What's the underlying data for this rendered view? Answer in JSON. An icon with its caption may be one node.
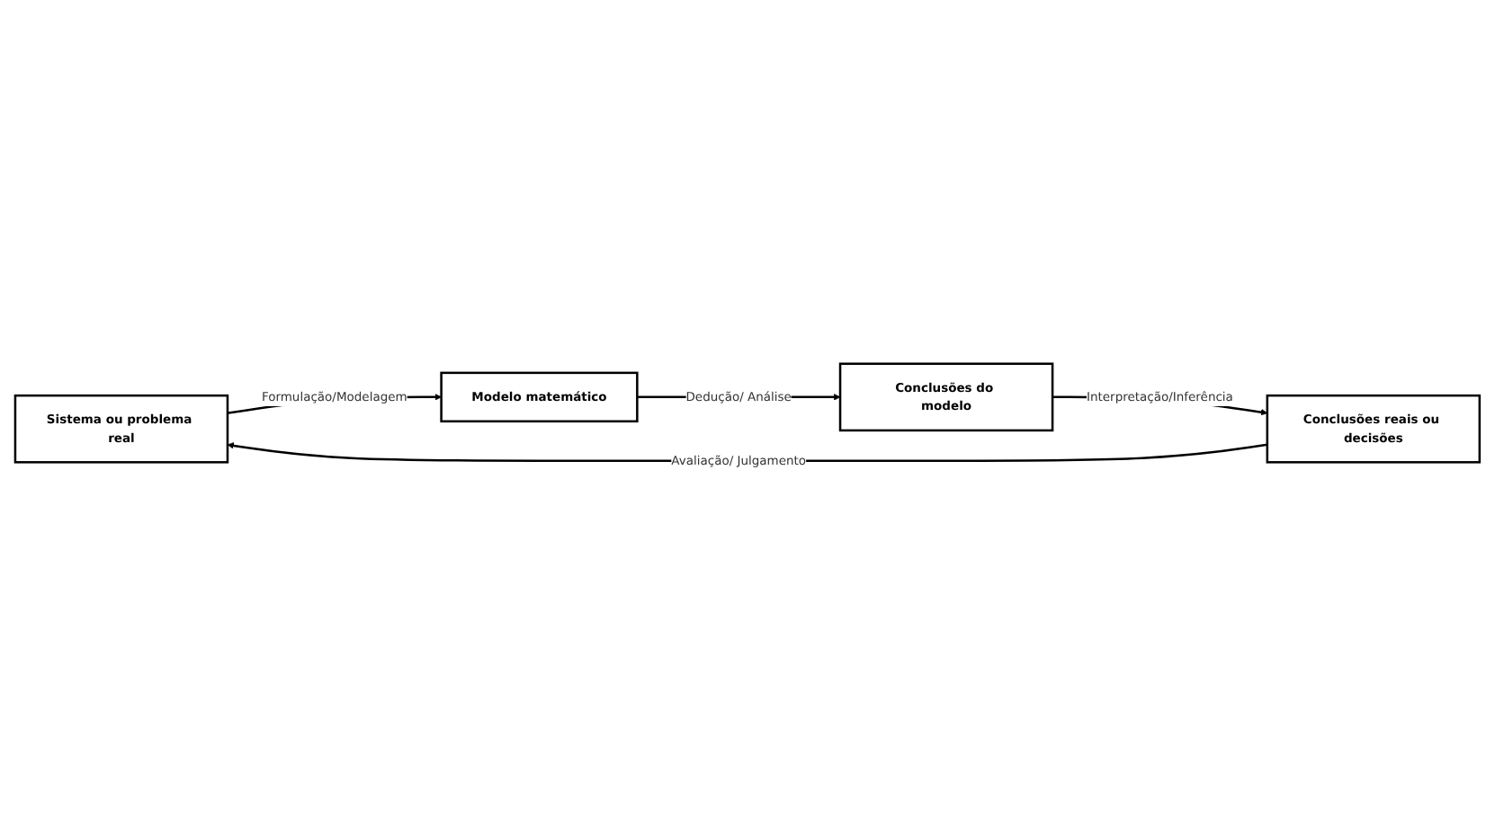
{
  "diagram": {
    "nodes": [
      {
        "text": [
          "Sistema ou problema real"
        ]
      },
      {
        "text": [
          "Modelo matemático"
        ]
      },
      {
        "text": [
          "Conclusões do modelo"
        ]
      },
      {
        "text": [
          "Conclusões reais ou decisões"
        ]
      }
    ],
    "edges": [
      {
        "from": 0,
        "to": 1,
        "arrow": "to",
        "label": "Formulação/Modelagem"
      },
      {
        "from": 1,
        "to": 2,
        "arrow": "to",
        "label": "Dedução/ Análise"
      },
      {
        "from": 2,
        "to": 3,
        "arrow": "to",
        "label": "Interpretação/Inferência"
      },
      {
        "from": 3,
        "to": 0,
        "arrow": "to",
        "label": "Avaliação/ Julgamento"
      }
    ]
  }
}
